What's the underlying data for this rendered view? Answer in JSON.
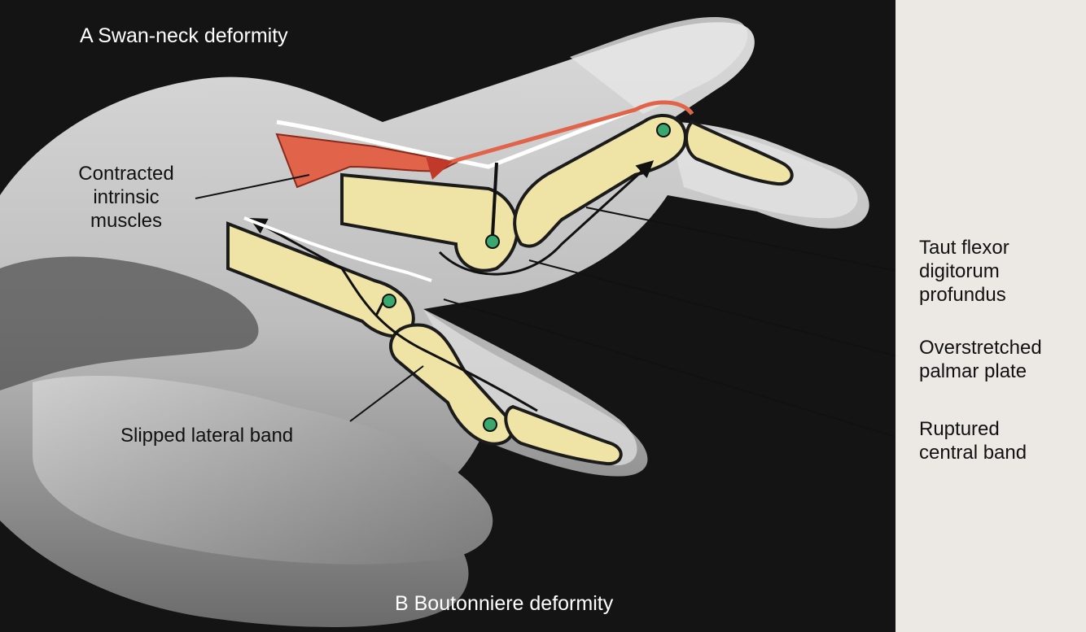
{
  "figure": {
    "panel_a_title": "A  Swan-neck deformity",
    "panel_b_title": "B  Boutonniere deformity",
    "labels": {
      "contracted_intrinsic": [
        "Contracted",
        "intrinsic",
        "muscles"
      ],
      "taut_fdp": [
        "Taut flexor",
        "digitorum",
        "profundus"
      ],
      "overstretched_plate": [
        "Overstretched",
        "palmar plate"
      ],
      "ruptured_band": [
        "Ruptured",
        "central band"
      ],
      "slipped_band": "Slipped lateral band"
    }
  },
  "colors": {
    "bone": "#efe3a6",
    "bone_outline": "#1b1b1b",
    "muscle": "#e0634a",
    "joint_center": "#3aa86e",
    "background": "#111111",
    "page": "#ece9e4"
  }
}
